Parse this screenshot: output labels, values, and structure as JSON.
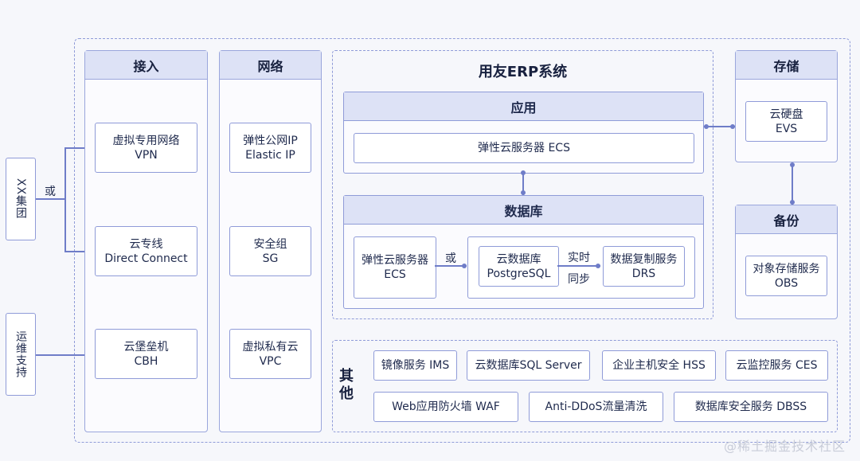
{
  "side": {
    "group": "XX集团",
    "ops": "运维支持",
    "or_label": "或"
  },
  "access": {
    "title": "接入",
    "vpn": [
      "虚拟专用网络",
      "VPN"
    ],
    "dc": [
      "云专线",
      "Direct Connect"
    ],
    "cbh": [
      "云堡垒机",
      "CBH"
    ]
  },
  "network": {
    "title": "网络",
    "eip": [
      "弹性公网IP",
      "Elastic IP"
    ],
    "sg": [
      "安全组",
      "SG"
    ],
    "vpc": [
      "虚拟私有云",
      "VPC"
    ]
  },
  "erp": {
    "title": "用友ERP系统",
    "app": {
      "title": "应用",
      "ecs": "弹性云服务器 ECS"
    },
    "db": {
      "title": "数据库",
      "ecs": [
        "弹性云服务器",
        "ECS"
      ],
      "or_label": "或",
      "pg": [
        "云数据库",
        "PostgreSQL"
      ],
      "sync": [
        "实时",
        "同步"
      ],
      "drs": [
        "数据复制服务",
        "DRS"
      ]
    }
  },
  "storage": {
    "title": "存储",
    "evs": [
      "云硬盘",
      "EVS"
    ]
  },
  "backup": {
    "title": "备份",
    "obs": [
      "对象存储服务",
      "OBS"
    ]
  },
  "others": {
    "title": "其他",
    "row1": [
      "镜像服务 IMS",
      "云数据库SQL Server",
      "企业主机安全 HSS",
      "云监控服务 CES"
    ],
    "row2": [
      "Web应用防火墙 WAF",
      "Anti-DDoS流量清洗",
      "数据库安全服务 DBSS"
    ]
  },
  "watermark": "@稀土掘金技术社区",
  "colors": {
    "accent": "#6f7dc8",
    "header_fill": "#dde2f6",
    "border": "#8f9bd8"
  }
}
